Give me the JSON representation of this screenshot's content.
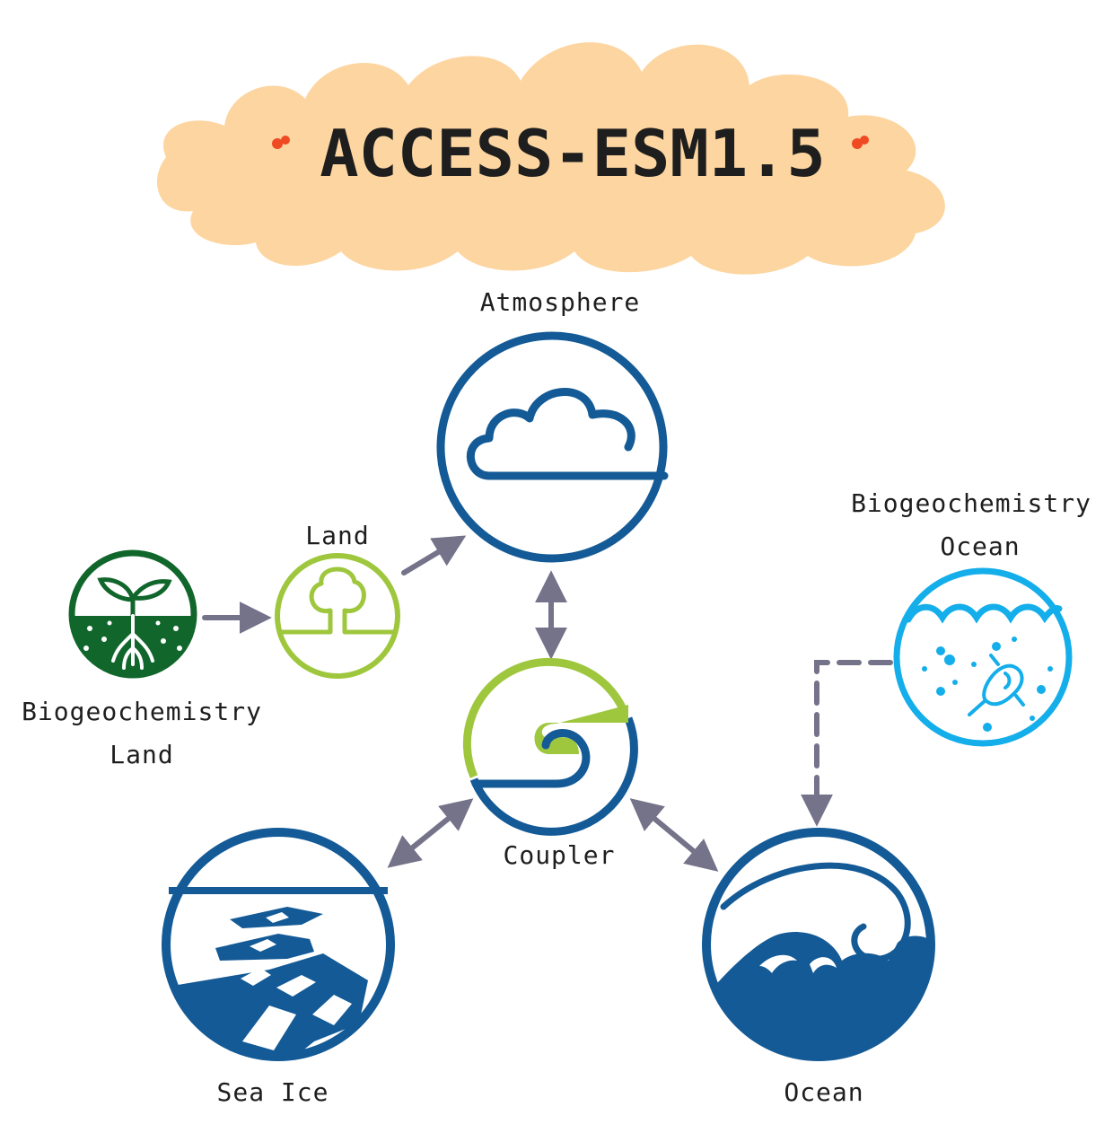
{
  "title": "ACCESS-ESM1.5",
  "components": {
    "atmosphere": {
      "label": "Atmosphere"
    },
    "land": {
      "label": "Land"
    },
    "bgc_land": {
      "label_line1": "Biogeochemistry",
      "label_line2": "Land"
    },
    "coupler": {
      "label": "Coupler"
    },
    "bgc_ocean": {
      "label_line1": "Biogeochemistry",
      "label_line2": "Ocean"
    },
    "sea_ice": {
      "label": "Sea Ice"
    },
    "ocean": {
      "label": "Ocean"
    }
  },
  "colors": {
    "title_blob": "#fdd5a0",
    "title_dots": "#f04a23",
    "dark_blue": "#135a96",
    "lime_green": "#9ec73d",
    "dark_green": "#11662c",
    "sky_blue": "#14aeeb",
    "arrow_gray": "#74738a"
  }
}
